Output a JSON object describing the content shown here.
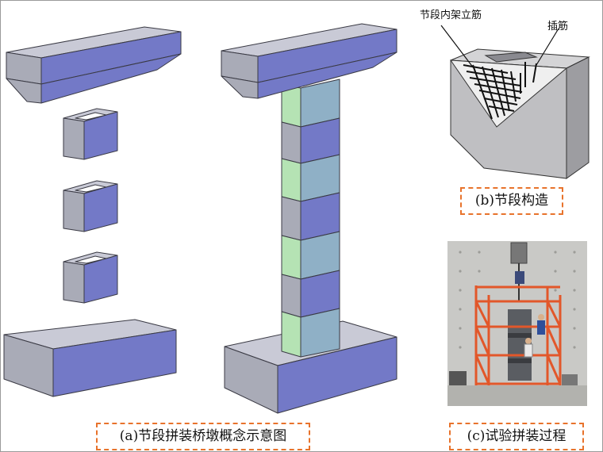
{
  "captions": {
    "a": "(a)节段拼装桥墩概念示意图",
    "b": "(b)节段构造",
    "c": "(c)试验拼装过程"
  },
  "labels": {
    "inner_frame_bars": "节段内架立筋",
    "dowel_bars": "插筋"
  },
  "colors": {
    "face_blue": "#7379c7",
    "face_gray": "#a9abb7",
    "face_top": "#c9cad6",
    "face_green": "#b5e3b4",
    "face_lightblue": "#8fb0c6",
    "caption_border": "#e8732c"
  }
}
